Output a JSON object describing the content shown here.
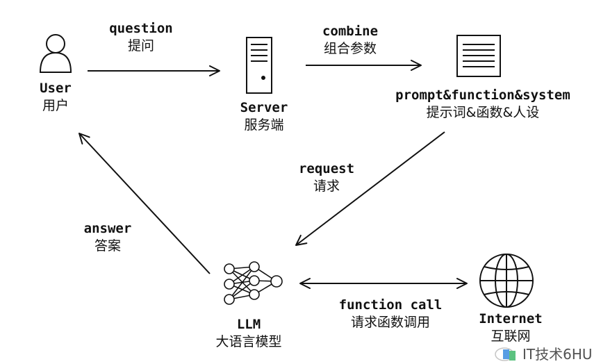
{
  "nodes": {
    "user": {
      "en": "User",
      "zh": "用户"
    },
    "server": {
      "en": "Server",
      "zh": "服务端"
    },
    "prompt": {
      "en": "prompt&function&system",
      "zh": "提示词&函数&人设"
    },
    "llm": {
      "en": "LLM",
      "zh": "大语言模型"
    },
    "internet": {
      "en": "Internet",
      "zh": "互联网"
    }
  },
  "edges": {
    "question": {
      "en": "question",
      "zh": "提问"
    },
    "combine": {
      "en": "combine",
      "zh": "组合参数"
    },
    "request": {
      "en": "request",
      "zh": "请求"
    },
    "answer": {
      "en": "answer",
      "zh": "答案"
    },
    "function_call": {
      "en": "function call",
      "zh": "请求函数调用"
    }
  },
  "watermark": {
    "text": "IT技术6HU"
  }
}
